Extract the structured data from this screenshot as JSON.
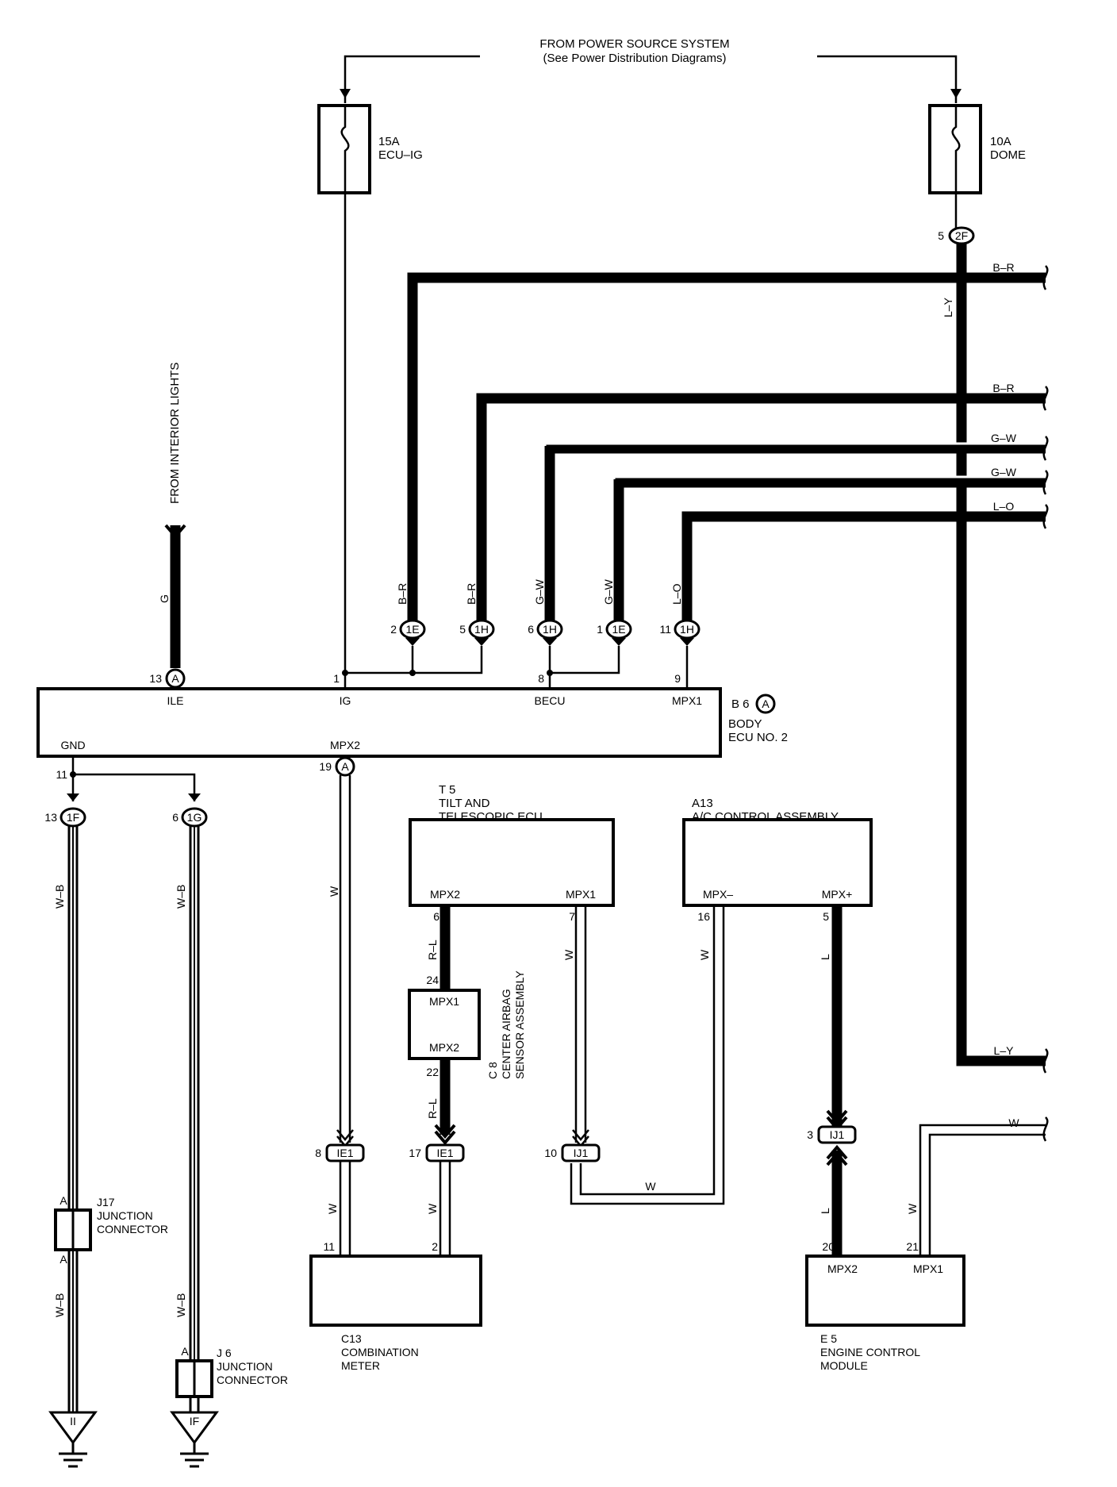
{
  "power_source": {
    "line1": "FROM POWER SOURCE SYSTEM",
    "line2": "(See Power Distribution Diagrams)"
  },
  "fuses": [
    {
      "amp": "15A",
      "name": "ECU–IG"
    },
    {
      "amp": "10A",
      "name": "DOME"
    }
  ],
  "interior_lights": "FROM INTERIOR LIGHTS",
  "body_ecu": {
    "code": "B 6",
    "connector": "A",
    "name1": "BODY",
    "name2": "ECU NO. 2",
    "terminals": {
      "ile": "ILE",
      "ig": "IG",
      "becu": "BECU",
      "mpx1": "MPX1",
      "gnd": "GND",
      "mpx2": "MPX2"
    },
    "pins": {
      "ile": "13",
      "ig": "1",
      "becu": "8",
      "mpx1": "9",
      "gnd": "11",
      "mpx2": "19"
    },
    "pin_conn": {
      "ile": "A",
      "mpx2": "A"
    }
  },
  "connectors_top": [
    {
      "pin": "2",
      "id": "1E",
      "wire": "B–R"
    },
    {
      "pin": "5",
      "id": "1H",
      "wire": "B–R"
    },
    {
      "pin": "6",
      "id": "1H",
      "wire": "G–W"
    },
    {
      "pin": "1",
      "id": "1E",
      "wire": "G–W"
    },
    {
      "pin": "11",
      "id": "1H",
      "wire": "L–O"
    }
  ],
  "dome_connector": {
    "pin": "5",
    "id": "2F",
    "wire": "L–Y"
  },
  "right_wires": [
    "B–R",
    "B–R",
    "G–W",
    "G–W",
    "L–O",
    "L–Y",
    "W"
  ],
  "ground_connectors": [
    {
      "pin": "13",
      "id": "1F",
      "wire": "W–B"
    },
    {
      "pin": "6",
      "id": "1G",
      "wire": "W–B"
    }
  ],
  "j17": {
    "code": "J17",
    "name1": "JUNCTION",
    "name2": "CONNECTOR",
    "pin": "A"
  },
  "j6": {
    "code": "J 6",
    "name1": "JUNCTION",
    "name2": "CONNECTOR",
    "pin": "A"
  },
  "grounds": [
    "II",
    "IF"
  ],
  "t5": {
    "code": "T 5",
    "name1": "TILT AND",
    "name2": "TELESCOPIC ECU",
    "mpx2": "MPX2",
    "mpx1": "MPX1",
    "pin_mpx2": "6",
    "pin_mpx1": "7"
  },
  "a13": {
    "code": "A13",
    "name": "A/C CONTROL ASSEMBLY",
    "mpxm": "MPX–",
    "mpxp": "MPX+",
    "pin_m": "16",
    "pin_p": "5"
  },
  "c8": {
    "code": "C 8",
    "name1": "CENTER AIRBAG",
    "name2": "SENSOR ASSEMBLY",
    "mpx1": "MPX1",
    "mpx2": "MPX2",
    "pin1": "24",
    "pin2": "22"
  },
  "ie1_a": {
    "pin": "8",
    "id": "IE1"
  },
  "ie1_b": {
    "pin": "17",
    "id": "IE1"
  },
  "ij1_a": {
    "pin": "10",
    "id": "IJ1"
  },
  "ij1_b": {
    "pin": "3",
    "id": "IJ1"
  },
  "c13": {
    "code": "C13",
    "name1": "COMBINATION",
    "name2": "METER",
    "pin_a": "11",
    "pin_b": "2"
  },
  "e5": {
    "code": "E 5",
    "name1": "ENGINE CONTROL",
    "name2": "MODULE",
    "mpx2": "MPX2",
    "mpx1": "MPX1",
    "pin_a": "20",
    "pin_b": "21"
  },
  "wire_colors": {
    "g": "G",
    "w": "W",
    "rl": "R–L",
    "l": "L",
    "wb": "W–B"
  }
}
